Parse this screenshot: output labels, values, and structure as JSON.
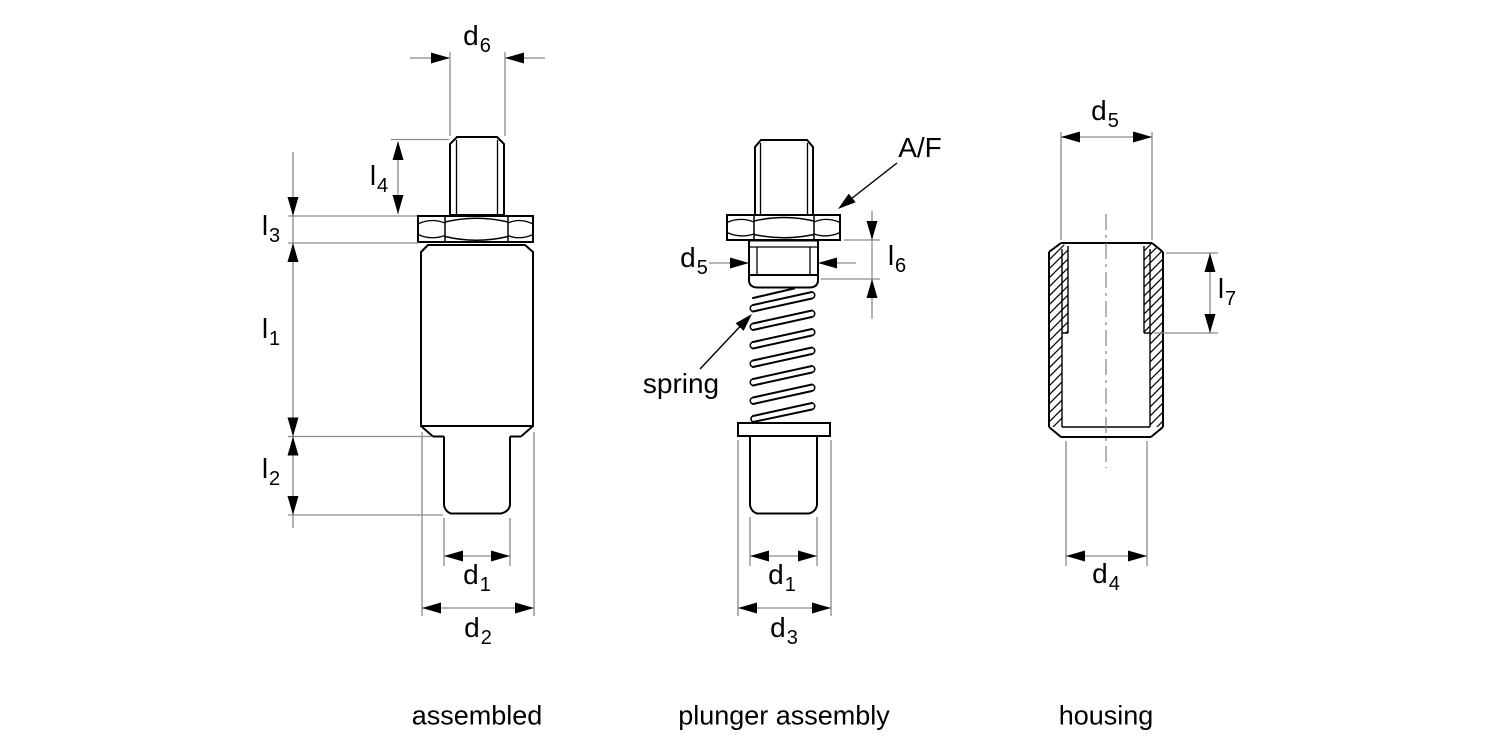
{
  "diagram": {
    "views": {
      "assembled": {
        "caption": "assembled",
        "dims": {
          "d6": {
            "main": "d",
            "sub": "6"
          },
          "l4": {
            "main": "l",
            "sub": "4"
          },
          "l3": {
            "main": "l",
            "sub": "3"
          },
          "l1": {
            "main": "l",
            "sub": "1"
          },
          "l2": {
            "main": "l",
            "sub": "2"
          },
          "d1": {
            "main": "d",
            "sub": "1"
          },
          "d2": {
            "main": "d",
            "sub": "2"
          }
        }
      },
      "plunger": {
        "caption": "plunger assembly",
        "annotations": {
          "af": "A/F",
          "spring": "spring"
        },
        "dims": {
          "d5": {
            "main": "d",
            "sub": "5"
          },
          "l6": {
            "main": "l",
            "sub": "6"
          },
          "d1": {
            "main": "d",
            "sub": "1"
          },
          "d3": {
            "main": "d",
            "sub": "3"
          }
        }
      },
      "housing": {
        "caption": "housing",
        "dims": {
          "d5": {
            "main": "d",
            "sub": "5"
          },
          "l7": {
            "main": "l",
            "sub": "7"
          },
          "d4": {
            "main": "d",
            "sub": "4"
          }
        }
      }
    },
    "colors": {
      "outline": "#000000",
      "dimension_line": "#8a8a8a",
      "text": "#000000",
      "background": "#ffffff"
    }
  }
}
